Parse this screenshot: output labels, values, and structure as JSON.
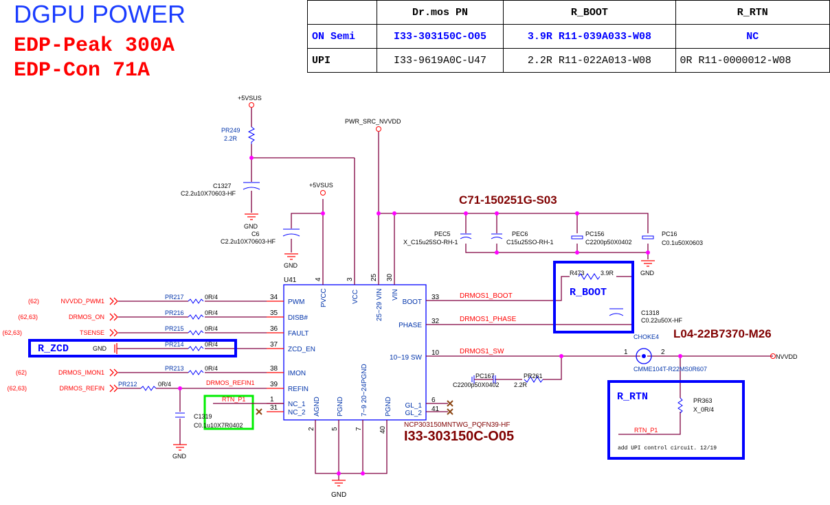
{
  "title": "DGPU POWER",
  "edp": [
    "EDP-Peak 300A",
    "EDP-Con 71A"
  ],
  "table": {
    "headers": [
      "",
      "Dr.mos PN",
      "R_BOOT",
      "R_RTN"
    ],
    "rows": [
      {
        "vendor": "ON Semi",
        "pn": "I33-303150C-O05",
        "r_boot": "3.9R R11-039A033-W08",
        "r_rtn": "NC",
        "color": "#0000ff"
      },
      {
        "vendor": "UPI",
        "pn": "I33-9619A0C-U47",
        "r_boot": "2.2R R11-022A013-W08",
        "r_rtn": "0R R11-0000012-W08",
        "color": "#000000"
      }
    ]
  },
  "ic": {
    "ref": "U41",
    "part": "NCP303150MNTWG_PQFN39-HF",
    "pn": "I33-303150C-O05",
    "left_pins": [
      {
        "num": "34",
        "name": "PWM"
      },
      {
        "num": "35",
        "name": "DISB#"
      },
      {
        "num": "36",
        "name": "FAULT"
      },
      {
        "num": "37",
        "name": "ZCD_EN"
      },
      {
        "num": "38",
        "name": "IMON"
      },
      {
        "num": "39",
        "name": "REFIN"
      },
      {
        "num": "1",
        "name": "NC_1"
      },
      {
        "num": "31",
        "name": "NC_2"
      }
    ],
    "top_pins": [
      {
        "num": "4",
        "name": "PVCC"
      },
      {
        "num": "3",
        "name": "VCC"
      },
      {
        "num": "25",
        "name": "25~29 VIN"
      },
      {
        "num": "30",
        "name": "VIN"
      }
    ],
    "right_pins": [
      {
        "num": "33",
        "name": "BOOT"
      },
      {
        "num": "32",
        "name": "PHASE"
      },
      {
        "num": "10",
        "name": "10~19 SW"
      },
      {
        "num": "6",
        "name": "GL_1"
      },
      {
        "num": "41",
        "name": "GL_2"
      }
    ],
    "bottom_pins": [
      {
        "num": "2",
        "name": "AGND"
      },
      {
        "num": "5",
        "name": "PGND"
      },
      {
        "num": "7",
        "name": "7~9 20~24PGND"
      },
      {
        "num": "40",
        "name": "PGND"
      }
    ]
  },
  "inputs": [
    {
      "ref": "(62)",
      "net": "NVVDD_PWM1",
      "res": "PR217",
      "val": "0R/4"
    },
    {
      "ref": "(62,63)",
      "net": "DRMOS_ON",
      "res": "PR216",
      "val": "0R/4"
    },
    {
      "ref": "(62,63)",
      "net": "TSENSE",
      "res": "PR215",
      "val": "0R/4"
    },
    {
      "ref": "",
      "net": "GND",
      "res": "PR214",
      "val": "0R/4"
    },
    {
      "ref": "(62)",
      "net": "DRMOS_IMON1",
      "res": "PR213",
      "val": "0R/4"
    },
    {
      "ref": "(62,63)",
      "net": "DRMOS_REFIN",
      "res": "PR212",
      "val": "0R/4"
    }
  ],
  "nets": {
    "refin1": "DRMOS_REFIN1",
    "rtn_p1": "RTN_P1",
    "boot": "DRMOS1_BOOT",
    "phase": "DRMOS1_PHASE",
    "sw": "DRMOS1_SW",
    "nvvdd": "NVVDD",
    "pwr_src": "PWR_SRC_NVVDD",
    "vsus": "+5VSUS",
    "gnd": "GND"
  },
  "parts": {
    "pr249": [
      "PR249",
      "2.2R"
    ],
    "c1327": [
      "C1327",
      "C2.2u10X70603-HF"
    ],
    "c6": [
      "C6",
      "C2.2u10X70603-HF"
    ],
    "pec5": [
      "PEC5",
      "X_C15u25SO-RH-1"
    ],
    "pec6": [
      "PEC6",
      "C15u25SO-RH-1"
    ],
    "pc156": [
      "PC156",
      "C2200p50X0402"
    ],
    "pc16": [
      "PC16",
      "C0.1u50X0603"
    ],
    "r473": [
      "R473",
      "3.9R"
    ],
    "c1318": [
      "C1318",
      "C0.22u50X-HF"
    ],
    "choke": [
      "CHOKE4",
      "CMME104T-R22MS0R607"
    ],
    "pc167": [
      "PC167",
      "C2200p50X0402"
    ],
    "pr261": [
      "PR261",
      "2.2R"
    ],
    "pr363": [
      "PR363",
      "X_0R/4"
    ],
    "c1319": [
      "C1319",
      "C0.1u10X7R0402"
    ]
  },
  "annotations": {
    "cap_pn": "C71-150251G-S03",
    "choke_pn": "L04-22B7370-M26",
    "r_boot": "R_BOOT",
    "r_rtn": "R_RTN",
    "r_zcd": "R_ZCD",
    "note": "add UPI control circuit. 12/19"
  }
}
